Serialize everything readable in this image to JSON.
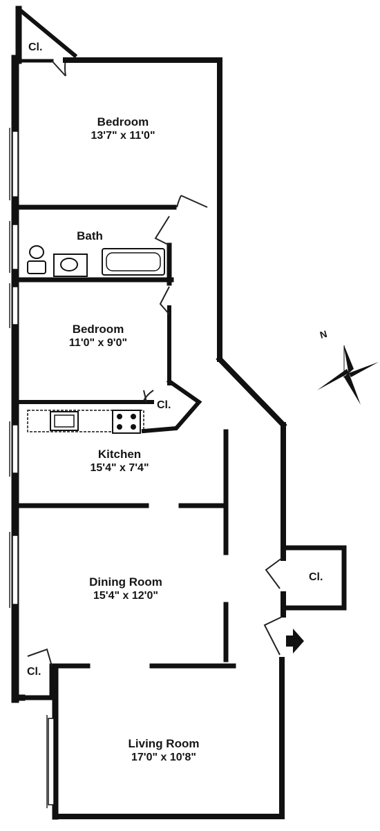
{
  "rooms": {
    "bedroom1": {
      "name": "Bedroom",
      "dims": "13'7\" x 11'0\""
    },
    "bath": {
      "name": "Bath"
    },
    "bedroom2": {
      "name": "Bedroom",
      "dims": "11'0\" x 9'0\""
    },
    "kitchen": {
      "name": "Kitchen",
      "dims": "15'4\" x 7'4\""
    },
    "dining": {
      "name": "Dining Room",
      "dims": "15'4\" x 12'0\""
    },
    "living": {
      "name": "Living Room",
      "dims": "17'0\" x 10'8\""
    }
  },
  "closets": {
    "top": "Cl.",
    "kitchen": "Cl.",
    "hall": "Cl.",
    "living": "Cl."
  },
  "compass": {
    "label": "N"
  }
}
